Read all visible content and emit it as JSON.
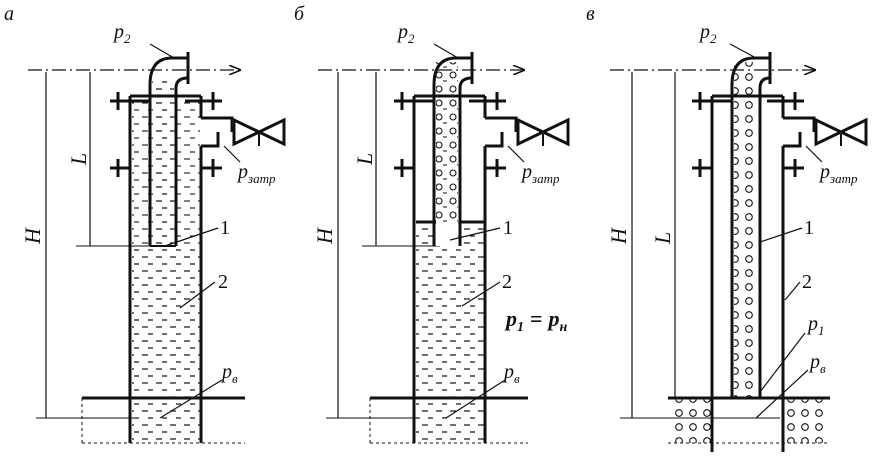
{
  "panels": [
    {
      "letter": "а",
      "p2": "p",
      "p2_sub": "2",
      "pzatr": "p",
      "pzatr_sub": "затр",
      "label_1": "1",
      "label_2": "2",
      "pv": "p",
      "pv_sub": "в",
      "H": "H",
      "L": "L"
    },
    {
      "letter": "б",
      "p2": "p",
      "p2_sub": "2",
      "pzatr": "p",
      "pzatr_sub": "затр",
      "label_1": "1",
      "label_2": "2",
      "pv": "p",
      "pv_sub": "в",
      "H": "H",
      "L": "L",
      "eq_left": "p",
      "eq_left_sub": "1",
      "eq_sign": "=",
      "eq_right": "p",
      "eq_right_sub": "н"
    },
    {
      "letter": "в",
      "p2": "p",
      "p2_sub": "2",
      "pzatr": "p",
      "pzatr_sub": "затр",
      "label_1": "1",
      "label_2": "2",
      "p1": "p",
      "p1_sub": "1",
      "pv": "p",
      "pv_sub": "в",
      "H": "H",
      "L": "L"
    }
  ],
  "colors": {
    "ink": "#111111",
    "background": "#ffffff"
  }
}
